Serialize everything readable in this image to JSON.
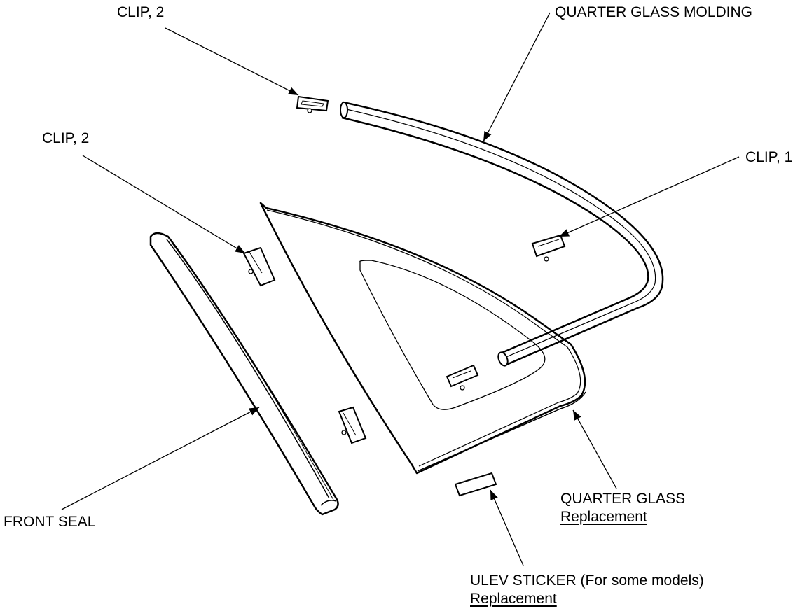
{
  "colors": {
    "ink": "#000000",
    "paper": "#ffffff"
  },
  "labels": {
    "clip2_top": "CLIP, 2",
    "quarter_glass_molding": "QUARTER GLASS MOLDING",
    "clip2_left": "CLIP, 2",
    "clip1": "CLIP, 1",
    "front_seal": "FRONT SEAL",
    "quarter_glass": "QUARTER GLASS",
    "quarter_glass_note": "Replacement",
    "ulev_sticker": "ULEV STICKER (For some models)",
    "ulev_sticker_note": "Replacement"
  }
}
